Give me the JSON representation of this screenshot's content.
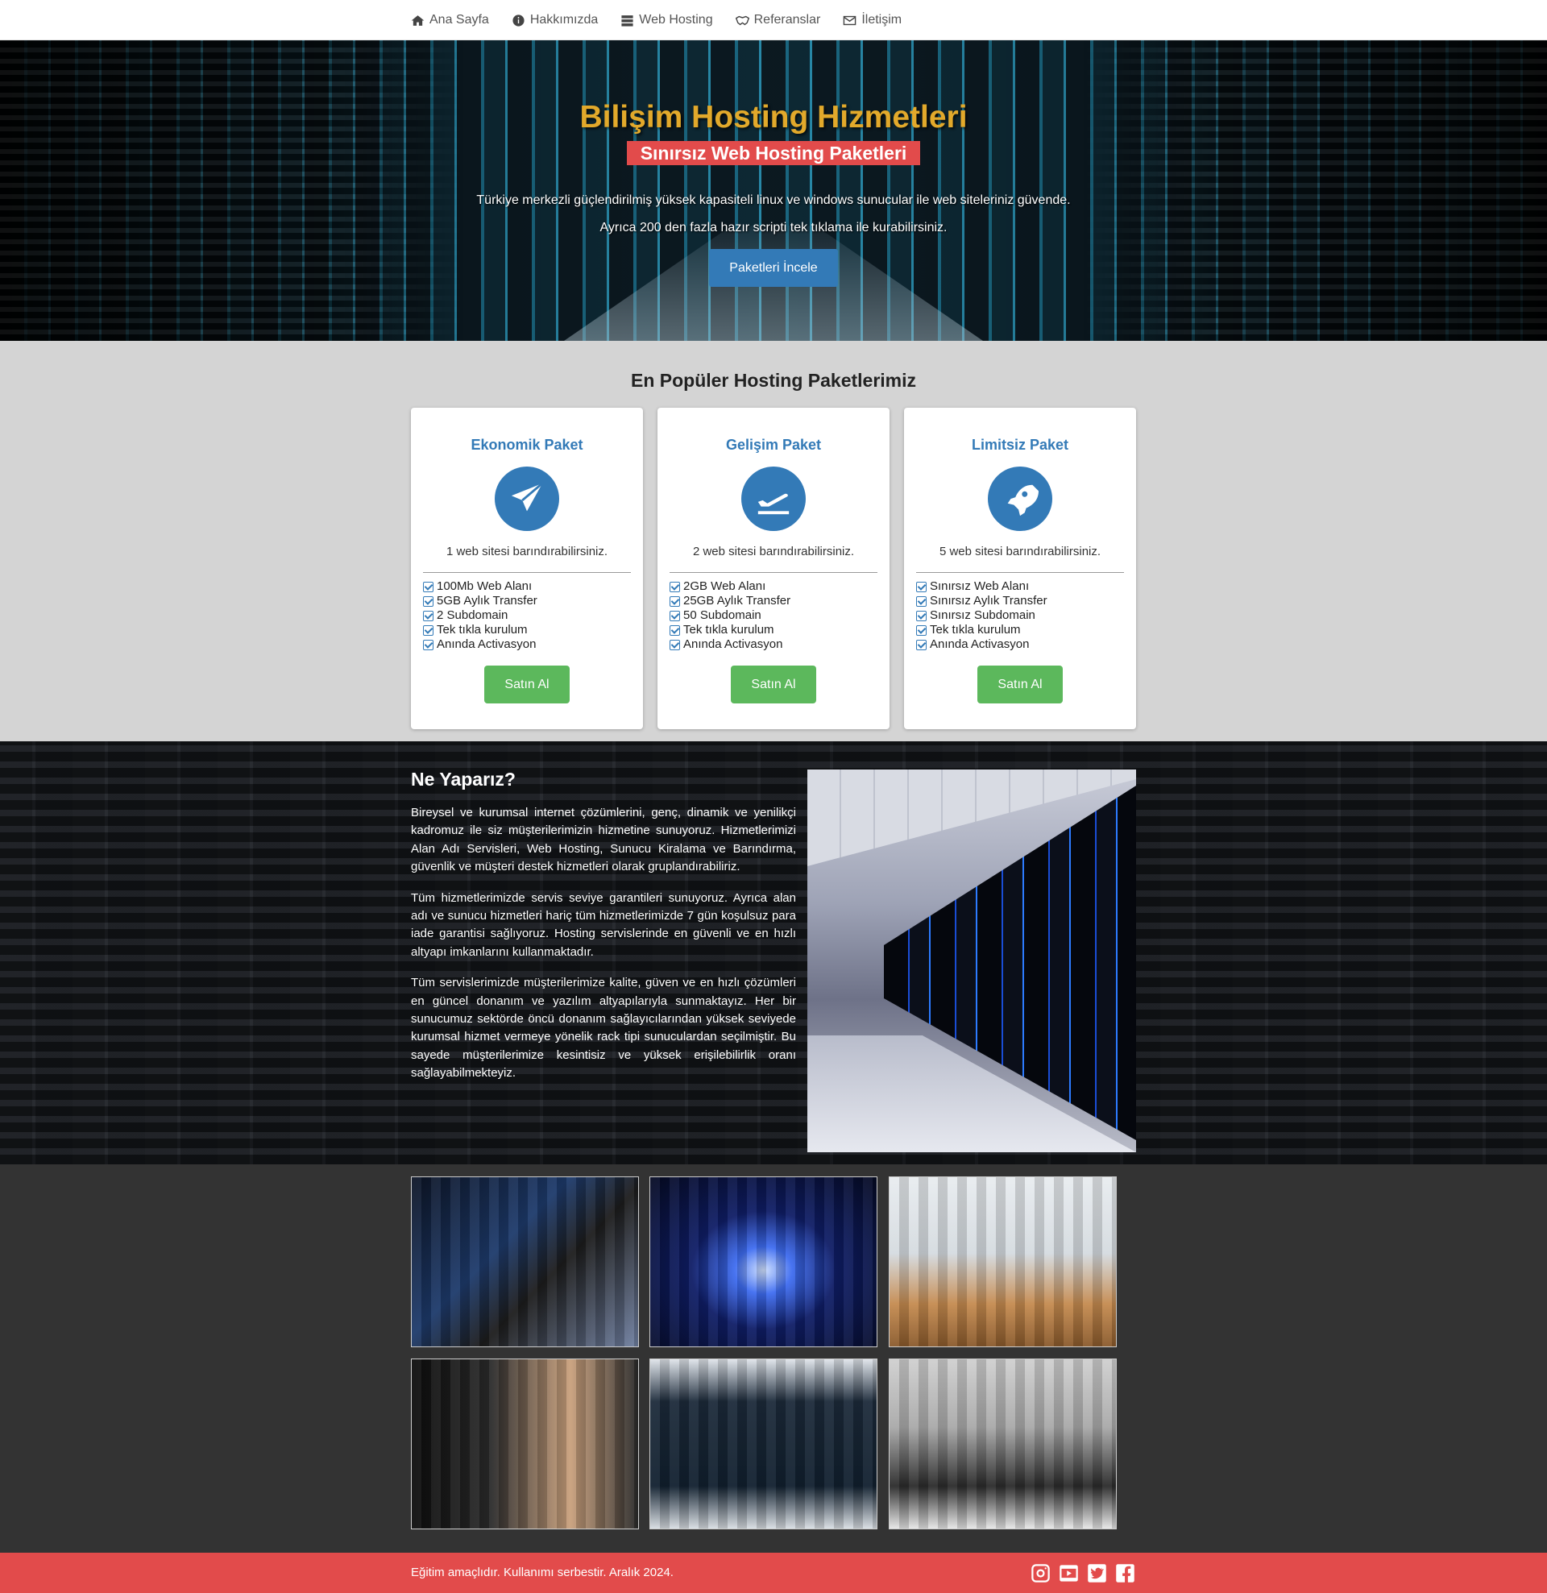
{
  "nav": {
    "items": [
      {
        "label": "Ana Sayfa",
        "icon": "home-icon"
      },
      {
        "label": "Hakkımızda",
        "icon": "info-icon"
      },
      {
        "label": "Web Hosting",
        "icon": "server-icon"
      },
      {
        "label": "Referanslar",
        "icon": "handshake-icon"
      },
      {
        "label": "İletişim",
        "icon": "envelope-icon"
      }
    ]
  },
  "hero": {
    "title": "Bilişim Hosting Hizmetleri",
    "subtitle": "Sınırsız Web Hosting Paketleri",
    "p1": "Türkiye merkezli güçlendirilmiş yüksek kapasiteli linux ve windows sunucular ile web siteleriniz güvende.",
    "p2": "Ayrıca 200 den fazla hazır scripti tek tıklama ile kurabilirsiniz.",
    "button": "Paketleri İncele"
  },
  "packages": {
    "title": "En Popüler Hosting Paketlerimiz",
    "cards": [
      {
        "title": "Ekonomik Paket",
        "icon": "paper-plane-icon",
        "desc": "1 web sitesi barındırabilirsiniz.",
        "features": [
          "100Mb Web Alanı",
          "5GB Aylık Transfer",
          "2 Subdomain",
          "Tek tıkla kurulum",
          "Anında Activasyon"
        ],
        "button": "Satın Al"
      },
      {
        "title": "Gelişim Paket",
        "icon": "plane-departure-icon",
        "desc": "2 web sitesi barındırabilirsiniz.",
        "features": [
          "2GB Web Alanı",
          "25GB Aylık Transfer",
          "50 Subdomain",
          "Tek tıkla kurulum",
          "Anında Activasyon"
        ],
        "button": "Satın Al"
      },
      {
        "title": "Limitsiz Paket",
        "icon": "rocket-icon",
        "desc": "5 web sitesi barındırabilirsiniz.",
        "features": [
          "Sınırsız Web Alanı",
          "Sınırsız Aylık Transfer",
          "Sınırsız Subdomain",
          "Tek tıkla kurulum",
          "Anında Activasyon"
        ],
        "button": "Satın Al"
      }
    ]
  },
  "what": {
    "title": "Ne Yaparız?",
    "paragraphs": [
      "Bireysel ve kurumsal internet çözümlerini, genç, dinamik ve yenilikçi kadromuz ile siz müşterilerimizin hizmetine sunuyoruz. Hizmetlerimizi Alan Adı Servisleri, Web Hosting, Sunucu Kiralama ve Barındırma, güvenlik ve müşteri destek hizmetleri olarak gruplandırabiliriz.",
      "Tüm hizmetlerimizde servis seviye garantileri sunuyoruz. Ayrıca alan adı ve sunucu hizmetleri hariç tüm hizmetlerimizde 7 gün koşulsuz para iade garantisi sağlıyoruz. Hosting servislerinde en güvenli ve en hızlı altyapı imkanlarını kullanmaktadır.",
      "Tüm servislerimizde müşterilerimize kalite, güven ve en hızlı çözümleri en güncel donanım ve yazılım altyapılarıyla sunmaktayız. Her bir sunucumuz sektörde öncü donanım sağlayıcılarından yüksek seviyede kurumsal hizmet vermeye yönelik rack tipi sunuculardan seçilmiştir. Bu sayede müşterilerimize kesintisiz ve yüksek erişilebilirlik oranı sağlayabilmekteyiz."
    ]
  },
  "footer": {
    "text": "Eğitim amaçlıdır. Kullanımı serbestir. Aralık 2024.",
    "social": [
      "instagram-icon",
      "youtube-icon",
      "twitter-icon",
      "facebook-icon"
    ]
  }
}
